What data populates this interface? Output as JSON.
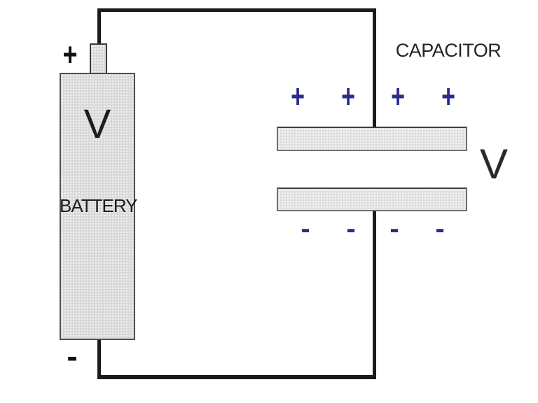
{
  "diagram": {
    "type": "circuit-schematic",
    "description_visible_elements": "battery connected by wires to a parallel-plate capacitor"
  },
  "battery": {
    "positive_label": "+",
    "negative_label": "-",
    "voltage_label": "V",
    "name_label": "BATTERY"
  },
  "capacitor": {
    "label": "CAPACITOR",
    "voltage_label": "V",
    "plus_charges": [
      "+",
      "+",
      "+",
      "+"
    ],
    "minus_charges": [
      "-",
      "-",
      "-",
      "-"
    ]
  },
  "colors": {
    "wire": "#1b1b1b",
    "charge_blue": "#2b2b8e",
    "component_fill": "#d8d8d8",
    "plate_fill": "#e0e0e0",
    "text": "#1d1d1d",
    "background": "#ffffff"
  }
}
